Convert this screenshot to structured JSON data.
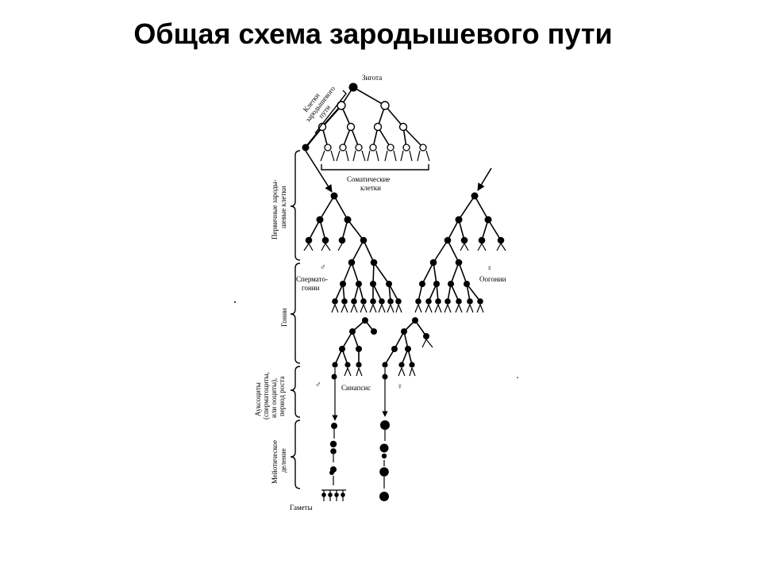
{
  "title": "Общая схема зародышевого пути",
  "labels": {
    "zygote": "Зигота",
    "germline_cells": [
      "Клетки",
      "зародышевого",
      "пути"
    ],
    "somatic_cells": [
      "Соматические",
      "клетки"
    ],
    "primary_germ_cells": [
      "Первичные зароды-",
      "шевые клетки"
    ],
    "gonia": "Гонии",
    "spermatogonia": [
      "Сперматo-",
      "гонии"
    ],
    "oogonia": "Оогонии",
    "auxocytes": [
      "Ауксоциты",
      "(сперматоциты,",
      "или ооциты),",
      "период роста"
    ],
    "synapsis": "Синапсис",
    "meiotic_division": [
      "Мейотическое",
      "деление"
    ],
    "gametes": "Гаметы",
    "male_symbol": "♂",
    "female_symbol": "♀"
  }
}
